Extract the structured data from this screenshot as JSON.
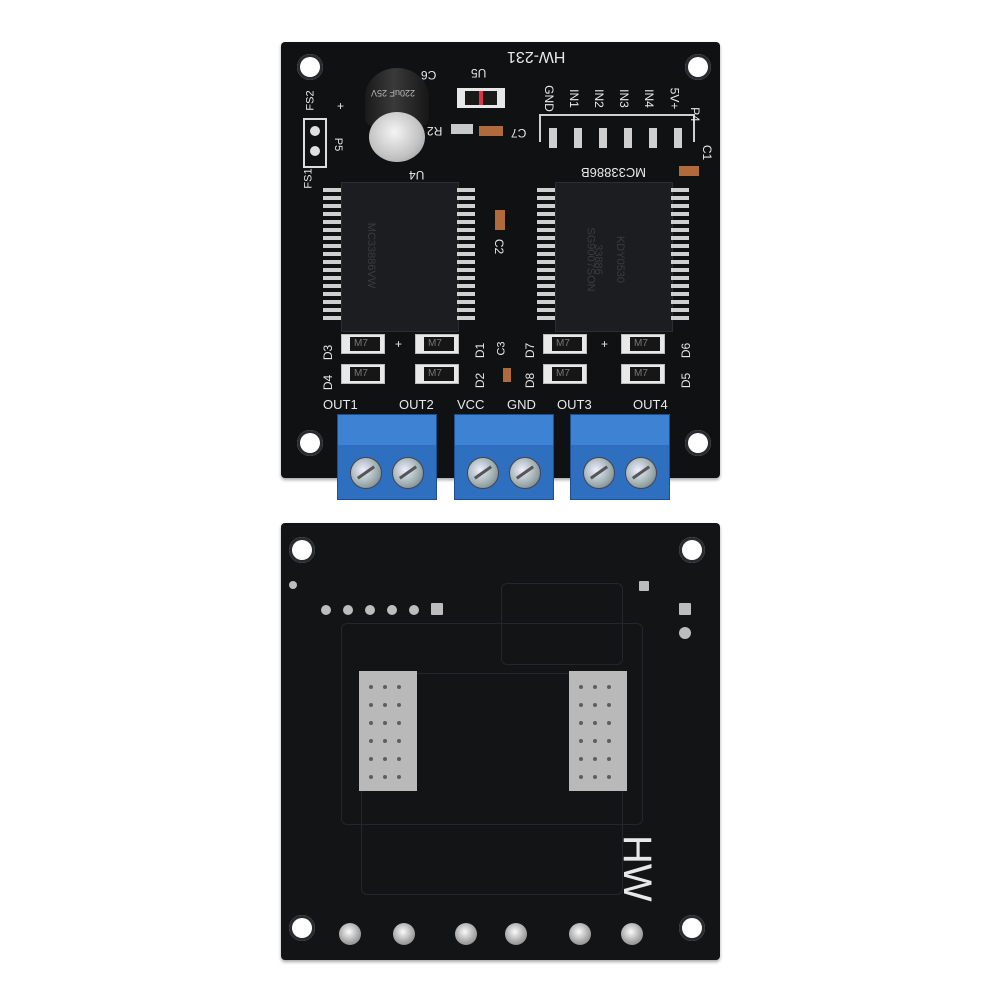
{
  "front_board": {
    "title": "HW-231",
    "pin_header": {
      "ref": "P4",
      "pins": [
        "GND",
        "IN1",
        "IN2",
        "IN3",
        "IN4",
        "5V+"
      ]
    },
    "ic_left": {
      "label": "MC33886VW"
    },
    "ic_right": {
      "top_label": "MC33886B",
      "marking": [
        "SG9007SON",
        "33886",
        "KDY0530"
      ]
    },
    "silk_refs": {
      "fs1": "FS1",
      "fs2": "FS2",
      "p5": "P5",
      "c6": "C6",
      "u5": "U5",
      "r2": "R2",
      "c7": "C7",
      "c1": "C1",
      "c2": "C2",
      "c3": "C3",
      "u4": "U4",
      "d1": "D1",
      "d2": "D2",
      "d3": "D3",
      "d4": "D4",
      "d5": "D5",
      "d6": "D6",
      "d7": "D7",
      "d8": "D8"
    },
    "diode_marking": "M7",
    "capacitor_marking": "220uF 25V",
    "terminal_labels": [
      "OUT1",
      "OUT2",
      "VCC",
      "GND",
      "OUT3",
      "OUT4"
    ]
  },
  "back_board": {
    "logo": "HW"
  },
  "colors": {
    "pcb": "#101113",
    "terminal_blue": "#2f6fc0",
    "silkscreen": "#e8e8e8",
    "background": "#ffffff"
  }
}
